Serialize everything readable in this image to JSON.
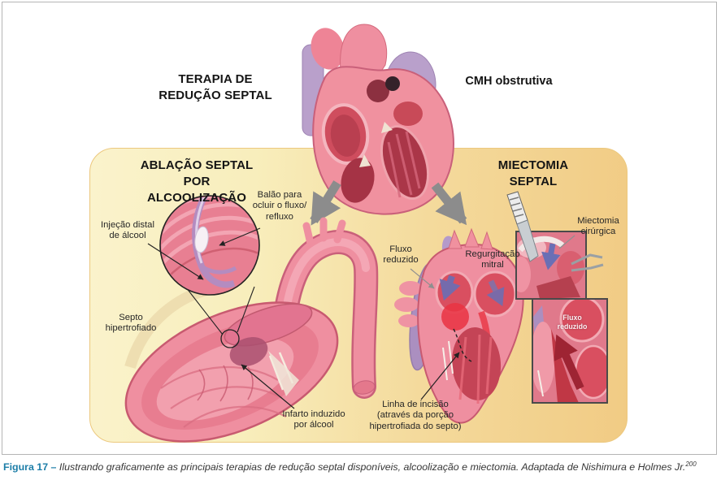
{
  "header": {
    "title_lines": [
      "TERAPIA DE",
      "REDUÇÃO SEPTAL"
    ],
    "condition": "CMH obstrutiva"
  },
  "ablation": {
    "title_lines": [
      "ABLAÇÃO SEPTAL",
      "POR ALCOOLIZAÇÃO"
    ],
    "injection_lines": [
      "Injeção distal",
      "de álcool"
    ],
    "balloon_lines": [
      "Balão para",
      "ocluir o fluxo/",
      "refluxo"
    ],
    "septum_lines": [
      "Septo",
      "hipertrofiado"
    ],
    "infarct_lines": [
      "Infarto induzido",
      "por álcool"
    ]
  },
  "myectomy": {
    "title_lines": [
      "MIECTOMIA",
      "SEPTAL"
    ],
    "surgical_lines": [
      "Miectomia",
      "cirúrgica"
    ],
    "reduced_flow_lines": [
      "Fluxo",
      "reduzido"
    ],
    "mitral_lines": [
      "Regurgitação",
      "mitral"
    ],
    "incision_lines": [
      "Linha de incisão",
      "(através da porção",
      "hipertrofiada do septo)"
    ],
    "inset_flow_lines": [
      "Fluxo",
      "reduzido"
    ]
  },
  "caption": {
    "label": "Figura 17",
    "separator": "–",
    "text": "Ilustrando graficamente as principais terapias de redução septal disponíveis, alcoolização e miectomia. Adaptada de Nishimura e Holmes Jr.",
    "reference": "200"
  },
  "colors": {
    "panel_gradient_left": "#faf3cc",
    "panel_gradient_right": "#f1cb84",
    "caption_accent": "#1d7ea8",
    "heart_pink": "#ef8fa0",
    "heart_dark_red": "#c44456",
    "vessel_lavender": "#b095c5",
    "arrow_gray": "#8c8c8c",
    "flow_arrow_blue": "#6a6fb5",
    "flow_arrow_dark_red": "#9e2433"
  }
}
